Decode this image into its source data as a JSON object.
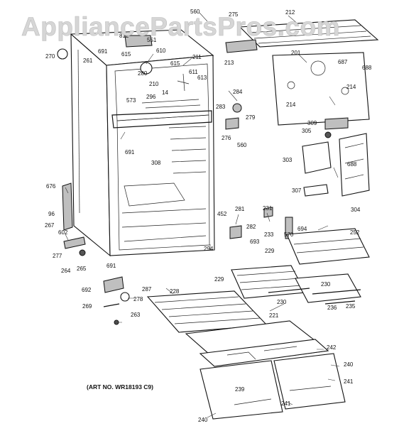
{
  "watermark": "AppliancePartsPros.com",
  "caption": "(ART NO. WR18193 C9)",
  "labels": [
    "560",
    "275",
    "212",
    "812",
    "551",
    "691",
    "615",
    "610",
    "270",
    "211",
    "201",
    "687",
    "688",
    "261",
    "280",
    "615",
    "611",
    "613",
    "213",
    "210",
    "14",
    "573",
    "296",
    "284",
    "214",
    "214",
    "283",
    "279",
    "276",
    "560",
    "309",
    "305",
    "691",
    "308",
    "303",
    "688",
    "676",
    "96",
    "267",
    "602",
    "277",
    "264",
    "265",
    "452",
    "281",
    "231",
    "694",
    "252",
    "282",
    "233",
    "570",
    "693",
    "294",
    "307",
    "304",
    "691",
    "229",
    "229",
    "230",
    "230",
    "692",
    "287",
    "228",
    "278",
    "221",
    "236",
    "235",
    "269",
    "263",
    "242",
    "240",
    "239",
    "241",
    "240",
    "241"
  ]
}
